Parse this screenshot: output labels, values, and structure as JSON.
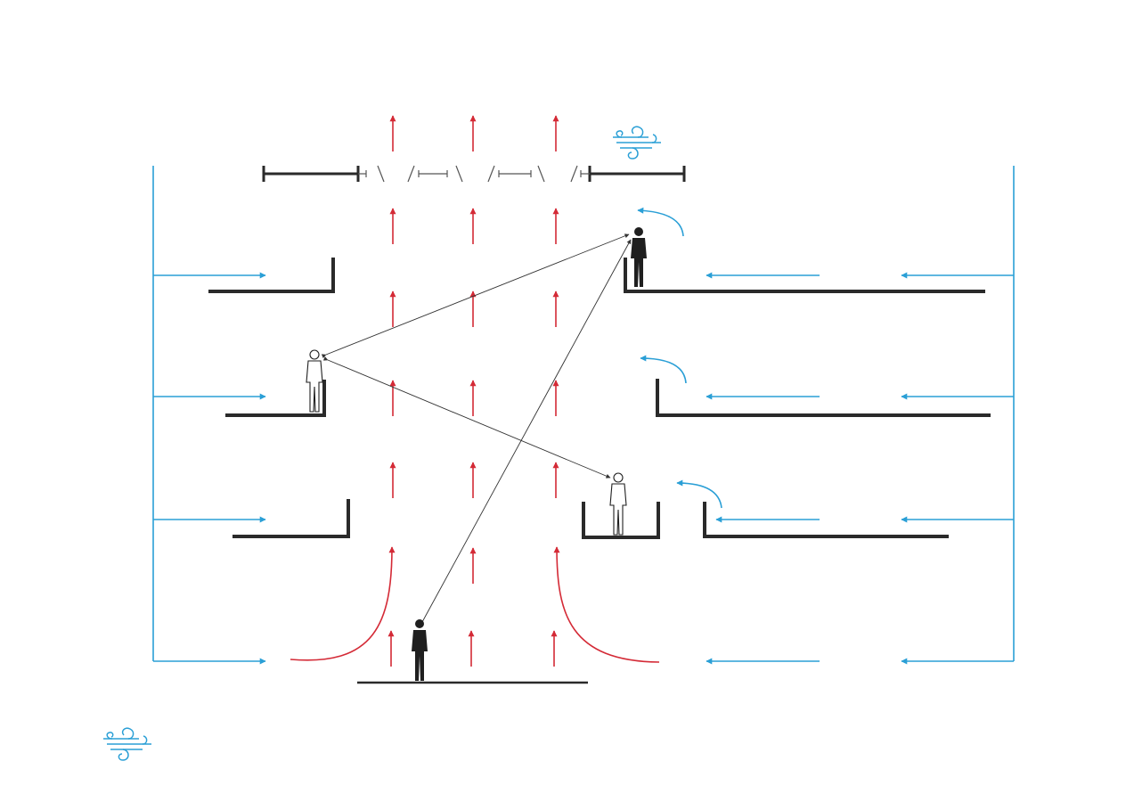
{
  "diagram": {
    "colors": {
      "wind_airflow": "#2a9fd6",
      "rising_air": "#d42a36",
      "structure": "#2a2a2a",
      "sight_lines": "#333333"
    },
    "icons": [
      "wind-icon",
      "person-figure"
    ],
    "elements": {
      "floor_slabs": 7,
      "people": 4,
      "roof_louvers": "open"
    }
  }
}
